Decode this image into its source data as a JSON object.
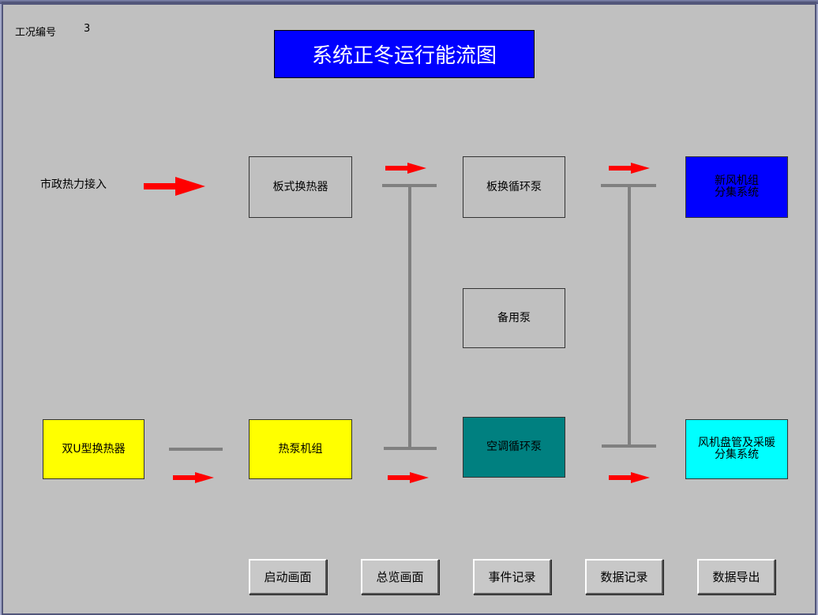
{
  "header": {
    "condition_label": "工况编号",
    "condition_value": "3",
    "title": "系统正冬运行能流图"
  },
  "flow": {
    "source_label": "市政热力接入",
    "plate_hx": "板式换热器",
    "plate_pump": "板换循环泵",
    "fresh_air_line1": "新风机组",
    "fresh_air_line2": "分集系统",
    "backup_pump": "备用泵",
    "double_u_hx": "双U型换热器",
    "heat_pump": "热泵机组",
    "ac_pump": "空调循环泵",
    "fan_coil_line1": "风机盘管及采暖",
    "fan_coil_line2": "分集系统"
  },
  "buttons": {
    "startup": "启动画面",
    "overview": "总览画面",
    "events": "事件记录",
    "data_log": "数据记录",
    "export": "数据导出"
  },
  "colors": {
    "title_bg": "#0000ff",
    "arrow": "#ff0000",
    "pipe": "#808080",
    "heat_source": "#ffff00",
    "ac_pump": "#008080",
    "fresh_air": "#0000ff",
    "fan_coil": "#00ffff"
  }
}
